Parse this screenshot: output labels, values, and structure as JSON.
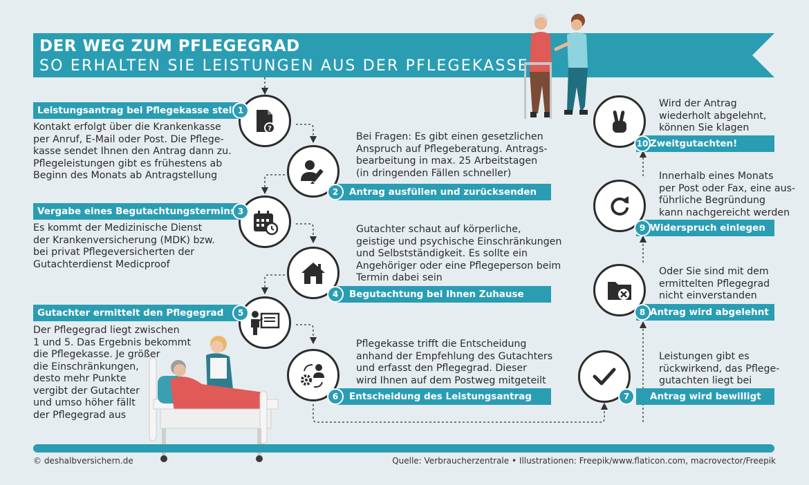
{
  "title": "DER WEG ZUM PFLEGEGRAD",
  "subtitle": "SO ERHALTEN SIE LEISTUNGEN AUS DER PFLEGEKASSE",
  "steps": [
    {
      "number": "1",
      "label": "Leistungsantrag bei Pflegekasse stellen",
      "text": "Kontakt erfolgt über die Krankenkasse\nper Anruf, E-Mail oder Post. Die Pflege-\nkasse sendet Ihnen den Antrag dann zu.\nPflegeleistungen gibt es frühestens ab\nBeginn des Monats ab Antragstellung",
      "icon": "document-question-icon"
    },
    {
      "number": "2",
      "label": "Antrag ausfüllen und zurücksenden",
      "text": "Bei Fragen: Es gibt einen gesetzlichen\nAnspruch auf Pflegeberatung. Antrags-\nbearbeitung in max. 25 Arbeitstagen\n(in dringenden Fällen schneller)",
      "icon": "user-edit-icon"
    },
    {
      "number": "3",
      "label": "Vergabe eines Begutachtungstermins",
      "text": "Es kommt der Medizinische Dienst\nder Krankenversicherung (MDK) bzw.\nbei privat Pflegeversicherten der\nGutachterdienst Medicproof",
      "icon": "calendar-clock-icon"
    },
    {
      "number": "4",
      "label": "Begutachtung bei Ihnen Zuhause",
      "text": "Gutachter schaut auf körperliche,\ngeistige und psychische Einschränkungen\nund Selbstständigkeit. Es sollte ein\nAngehöriger oder eine Pflegeperson beim\nTermin dabei sein",
      "icon": "house-icon"
    },
    {
      "number": "5",
      "label": "Gutachter ermittelt den Pflegegrad",
      "text": "Der Pflegegrad liegt zwischen\n1 und 5. Das Ergebnis bekommt\ndie Pflegekasse. Je größer\ndie Einschränkungen,\ndesto mehr Punkte\nvergibt der Gutachter\nund umso höher fällt\nder Pflegegrad aus",
      "icon": "presenter-board-icon"
    },
    {
      "number": "6",
      "label": "Entscheidung des Leistungsantrag",
      "text": "Pflegekasse trifft die Entscheidung\nanhand der Empfehlung des Gutachters\nund erfasst den Pflegegrad. Dieser\nwird Ihnen auf dem Postweg mitgeteilt",
      "icon": "gear-person-cycle-icon"
    },
    {
      "number": "7",
      "label": "Antrag wird bewilligt",
      "text": "Leistungen gibt es\nrückwirkend, das Pflege-\ngutachten liegt bei",
      "icon": "checkmark-icon"
    },
    {
      "number": "8",
      "label": "Antrag wird abgelehnt",
      "text": "Oder Sie sind mit dem\nermittelten Pflegegrad\nnicht einverstanden",
      "icon": "folder-x-icon"
    },
    {
      "number": "9",
      "label": "Widerspruch einlegen",
      "text": "Innerhalb eines Monats\nper Post oder Fax, eine aus-\nführliche Begründung\nkann nachgereicht werden",
      "icon": "redo-arrow-icon"
    },
    {
      "number": "10",
      "label": "Zweitgutachten!",
      "text": "Wird der Antrag\nwiederholt abgelehnt,\nkönnen Sie klagen",
      "icon": "peace-hand-icon"
    }
  ],
  "footer": {
    "copyright": "© deshalbversichern.de",
    "source": "Quelle: Verbraucherzentrale • Illustrationen: Freepik/www.flaticon.com, macrovector/Freepik"
  },
  "colors": {
    "accent": "#2a9db3",
    "background": "#e6edf0",
    "dark": "#2c2c2c"
  }
}
